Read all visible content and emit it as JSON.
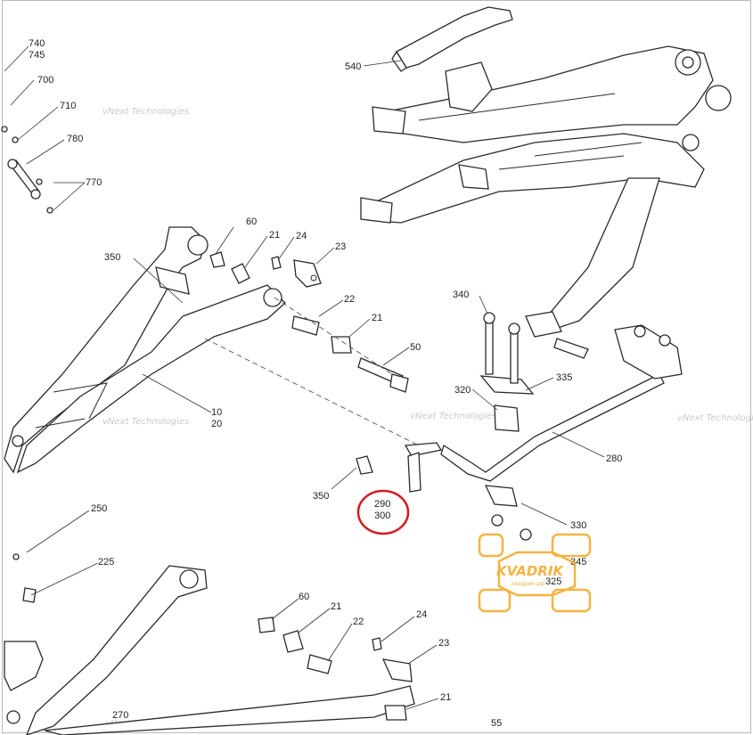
{
  "watermark": "vNext Technologies",
  "logo": {
    "text": "KVADRIK",
    "subtext": "квадрик.рф",
    "color": "#f4a623"
  },
  "highlight": {
    "color": "#d7191c",
    "callout": [
      "290",
      "300"
    ]
  },
  "callouts": {
    "c740": "740",
    "c745": "745",
    "c700": "700",
    "c710": "710",
    "c780": "780",
    "c770": "770",
    "c540": "540",
    "c350a": "350",
    "c60a": "60",
    "c21a": "21",
    "c24a": "24",
    "c23a": "23",
    "c22a": "22",
    "c21b": "21",
    "c50": "50",
    "c10": "10",
    "c20": "20",
    "c340": "340",
    "c335": "335",
    "c320": "320",
    "c280": "280",
    "c350b": "350",
    "c330": "330",
    "c345": "345",
    "c325": "325",
    "c250": "250",
    "c225": "225",
    "c60b": "60",
    "c21c": "21",
    "c22b": "22",
    "c24b": "24",
    "c23b": "23",
    "c21d": "21",
    "c270": "270",
    "c55": "55"
  }
}
